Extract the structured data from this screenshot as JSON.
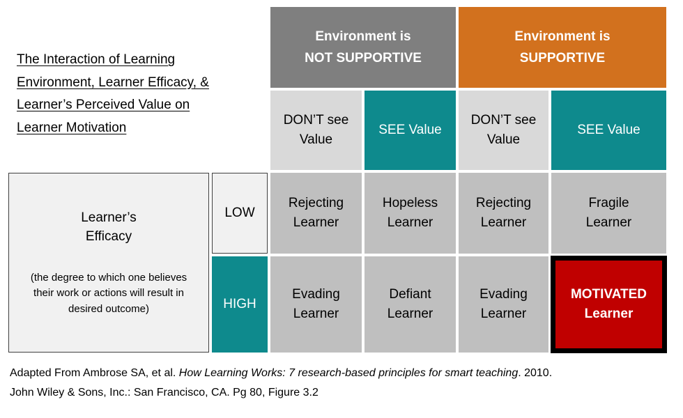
{
  "title_lines": [
    "The Interaction of Learning",
    "Environment, Learner Efficacy, &",
    "Learner’s Perceived Value on",
    "Learner Motivation"
  ],
  "colors": {
    "header_gray": "#7F7F7F",
    "header_orange": "#D2711E",
    "teal": "#0E8A8D",
    "light_gray": "#D9D9D9",
    "pale_gray": "#F1F1F1",
    "cell_gray": "#BFBFBF",
    "red": "#C00000"
  },
  "environment_headers": [
    {
      "lines": [
        "Environment is",
        "NOT SUPPORTIVE"
      ]
    },
    {
      "lines": [
        "Environment is",
        "SUPPORTIVE"
      ]
    }
  ],
  "value_headers": [
    {
      "lines": [
        "DON’T see",
        "Value"
      ]
    },
    {
      "lines": [
        "SEE Value"
      ]
    },
    {
      "lines": [
        "DON’T see",
        "Value"
      ]
    },
    {
      "lines": [
        "SEE Value"
      ]
    }
  ],
  "efficacy": {
    "title_lines": [
      "Learner’s",
      "Efficacy"
    ],
    "description": "(the degree to which one believes their work or actions will result in desired outcome)",
    "levels": [
      {
        "label": "LOW"
      },
      {
        "label": "HIGH"
      }
    ]
  },
  "matrix": {
    "rows": [
      {
        "level": "LOW",
        "cells": [
          {
            "lines": [
              "Rejecting",
              "Learner"
            ]
          },
          {
            "lines": [
              "Hopeless",
              "Learner"
            ]
          },
          {
            "lines": [
              "Rejecting",
              "Learner"
            ]
          },
          {
            "lines": [
              "Fragile",
              "Learner"
            ]
          }
        ]
      },
      {
        "level": "HIGH",
        "cells": [
          {
            "lines": [
              "Evading",
              "Learner"
            ]
          },
          {
            "lines": [
              "Defiant",
              "Learner"
            ]
          },
          {
            "lines": [
              "Evading",
              "Learner"
            ]
          },
          {
            "lines": [
              "MOTIVATED",
              "Learner"
            ],
            "highlight": true
          }
        ]
      }
    ]
  },
  "citation": {
    "line1_prefix": "Adapted From Ambrose SA, et al.  ",
    "line1_italic": "How Learning Works: 7 research-based principles for smart teaching",
    "line1_suffix": ".  2010.",
    "line2": "John Wiley & Sons, Inc.: San Francisco, CA.  Pg 80, Figure 3.2"
  }
}
